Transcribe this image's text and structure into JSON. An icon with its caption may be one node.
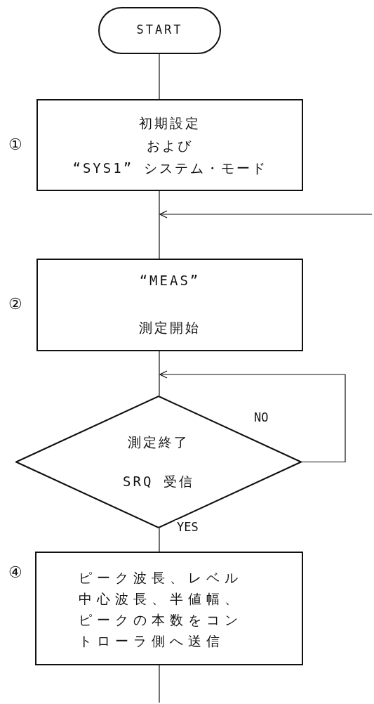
{
  "diagram": {
    "nodes": [
      {
        "text": [
          "START"
        ]
      },
      {
        "text": [
          "初期設定",
          "および",
          "“SYS1” システム・モード"
        ],
        "beside": [
          "①"
        ]
      },
      {
        "text": [
          "“MEAS”",
          "測定開始"
        ],
        "beside": [
          "②"
        ]
      },
      {
        "text": [
          "測定終了",
          "SRQ 受信"
        ]
      },
      {
        "text": [
          "ピーク波長、レベル中心波長、半値幅、ピークの本数をコントローラ側へ送信"
        ],
        "beside": [
          "④"
        ]
      }
    ],
    "edges": [
      {
        "from": 0,
        "to": 1,
        "arrow": "none"
      },
      {
        "from": 1,
        "to": 2,
        "arrow": "none"
      },
      {
        "from": null,
        "to": 2,
        "arrow": "to"
      },
      {
        "from": 2,
        "to": 3,
        "arrow": "none"
      },
      {
        "from": 3,
        "to": 3,
        "arrow": "to",
        "label": "NO"
      },
      {
        "from": 3,
        "to": 4,
        "arrow": "none",
        "label": "YES"
      },
      {
        "from": 4,
        "to": null,
        "arrow": "none"
      }
    ]
  }
}
